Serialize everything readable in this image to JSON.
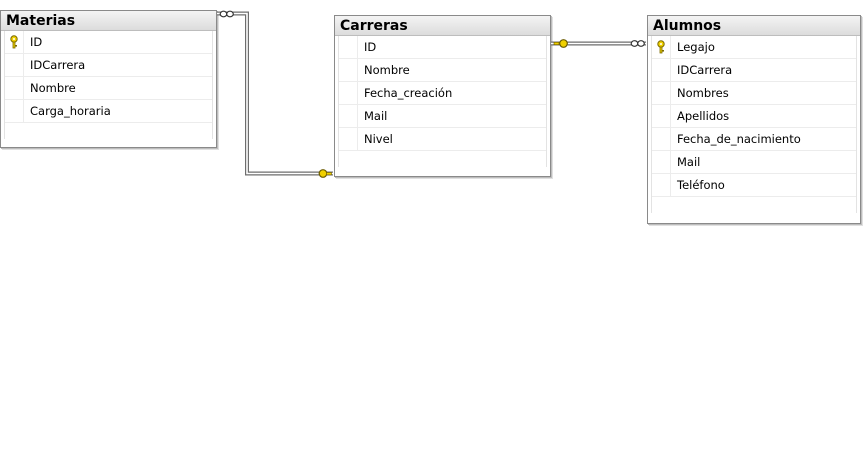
{
  "tables": [
    {
      "key": "materias",
      "title": "Materias",
      "columns": [
        {
          "name": "ID",
          "pk": true
        },
        {
          "name": "IDCarrera",
          "pk": false
        },
        {
          "name": "Nombre",
          "pk": false
        },
        {
          "name": "Carga_horaria",
          "pk": false
        }
      ]
    },
    {
      "key": "carreras",
      "title": "Carreras",
      "columns": [
        {
          "name": "ID",
          "pk": false
        },
        {
          "name": "Nombre",
          "pk": false
        },
        {
          "name": "Fecha_creación",
          "pk": false
        },
        {
          "name": "Mail",
          "pk": false
        },
        {
          "name": "Nivel",
          "pk": false
        }
      ]
    },
    {
      "key": "alumnos",
      "title": "Alumnos",
      "columns": [
        {
          "name": "Legajo",
          "pk": true
        },
        {
          "name": "IDCarrera",
          "pk": false
        },
        {
          "name": "Nombres",
          "pk": false
        },
        {
          "name": "Apellidos",
          "pk": false
        },
        {
          "name": "Fecha_de_nacimiento",
          "pk": false
        },
        {
          "name": "Mail",
          "pk": false
        },
        {
          "name": "Teléfono",
          "pk": false
        }
      ]
    }
  ],
  "relationships": [
    {
      "from": "materias",
      "to": "carreras",
      "many_end": "materias",
      "one_end": "carreras"
    },
    {
      "from": "carreras",
      "to": "alumnos",
      "many_end": "alumnos",
      "one_end": "carreras"
    }
  ],
  "colors": {
    "header_bg": "#dcdcdc",
    "border": "#8a8a8a",
    "key_icon": "#f0d000",
    "relationship_line": "#6e6e6e"
  }
}
